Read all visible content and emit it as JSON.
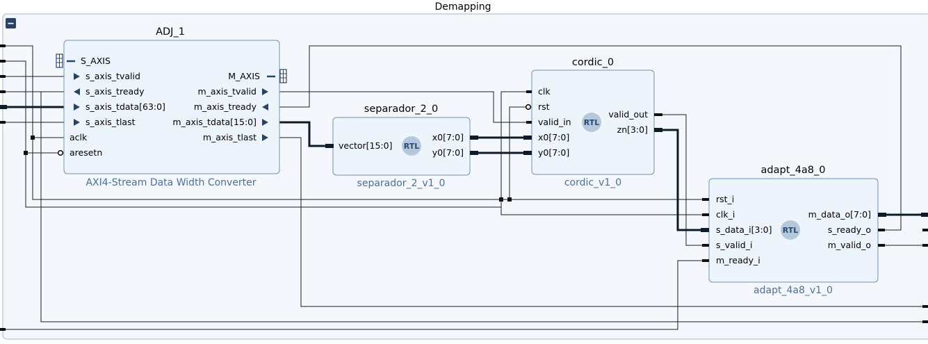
{
  "hierarchy": {
    "title": "Demapping",
    "collapse_icon": "minus-icon"
  },
  "blocks": {
    "adj": {
      "title": "ADJ_1",
      "subtitle": "AXI4-Stream Data Width Converter",
      "s_interface": "S_AXIS",
      "m_interface": "M_AXIS",
      "left_ports": [
        "s_axis_tvalid",
        "s_axis_tready",
        "s_axis_tdata[63:0]",
        "s_axis_tlast",
        "aclk",
        "aresetn"
      ],
      "right_ports": [
        "m_axis_tvalid",
        "m_axis_tready",
        "m_axis_tdata[15:0]",
        "m_axis_tlast"
      ]
    },
    "sep": {
      "title": "separador_2_0",
      "subtitle": "separador_2_v1_0",
      "left_ports": [
        "vector[15:0]"
      ],
      "right_ports": [
        "x0[7:0]",
        "y0[7:0]"
      ],
      "badge": "RTL"
    },
    "cordic": {
      "title": "cordic_0",
      "subtitle": "cordic_v1_0",
      "left_ports": [
        "clk",
        "rst",
        "valid_in",
        "x0[7:0]",
        "y0[7:0]"
      ],
      "right_ports": [
        "valid_out",
        "zn[3:0]"
      ],
      "badge": "RTL"
    },
    "adapt": {
      "title": "adapt_4a8_0",
      "subtitle": "adapt_4a8_v1_0",
      "left_ports": [
        "rst_i",
        "clk_i",
        "s_data_i[3:0]",
        "s_valid_i",
        "m_ready_i"
      ],
      "right_ports": [
        "m_data_o[7:0]",
        "s_ready_o",
        "m_valid_o"
      ],
      "badge": "RTL"
    }
  },
  "colors": {
    "block_fill": "#edf4fc",
    "block_border": "#6f8fb2",
    "subtitle_text": "#4a6fa5",
    "wire": "#1a1a1a",
    "bus": "#0d1b2a",
    "hier_border": "#9fb8d1"
  }
}
